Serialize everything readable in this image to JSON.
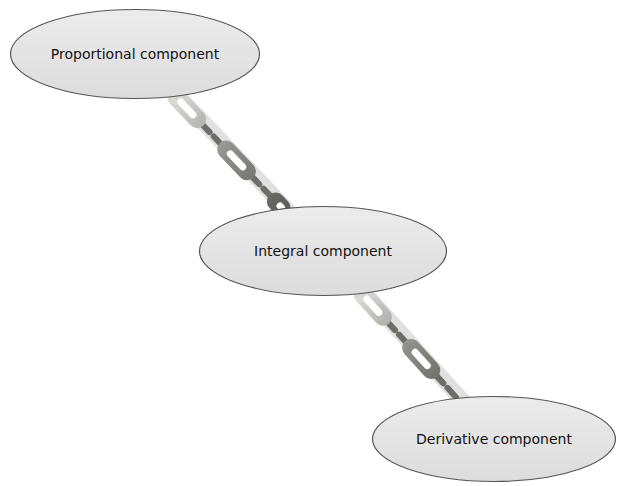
{
  "diagram": {
    "nodes": [
      {
        "text": [
          "Proportional component"
        ]
      },
      {
        "text": [
          "Integral component"
        ]
      },
      {
        "text": [
          "Derivative component"
        ]
      }
    ],
    "edges": [
      {
        "from": 0,
        "to": 1,
        "arrow": "none"
      },
      {
        "from": 1,
        "to": 2,
        "arrow": "none"
      }
    ]
  }
}
